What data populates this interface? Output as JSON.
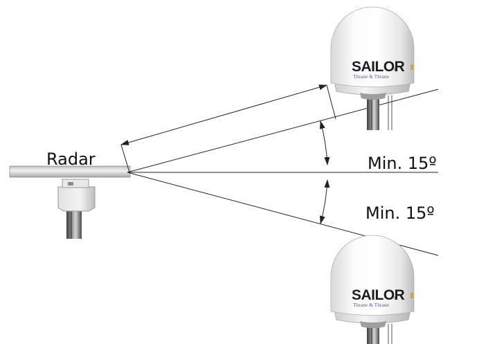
{
  "labels": {
    "radar": "Radar",
    "angle_upper": "Min. 15º",
    "angle_lower": "Min. 15º"
  },
  "terminals": [
    {
      "brand": "SAILOR",
      "registered": "®",
      "subtitle": "Thrane & Thrane"
    },
    {
      "brand": "SAILOR",
      "registered": "®",
      "subtitle": "Thrane & Thrane"
    }
  ],
  "colors": {
    "line": "#222222",
    "brand_text": "#1d1d1d",
    "subtitle_text": "#4a5f8a",
    "dome_light": "#ffffff",
    "dome_shade": "#c9c9c9",
    "metal_dark": "#555555",
    "metal_light": "#d8d8d8"
  },
  "icons": {
    "radar": "radar-antenna-icon",
    "terminal": "satellite-dome-icon"
  }
}
